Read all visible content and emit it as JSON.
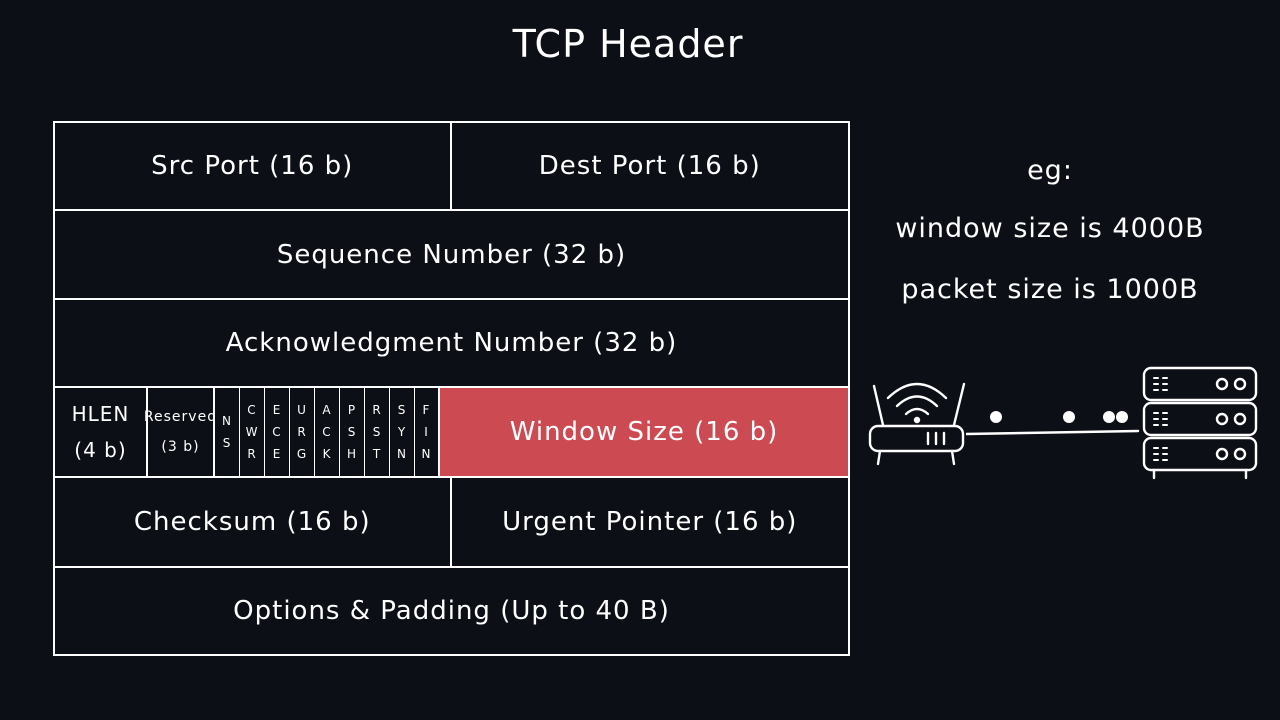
{
  "title": "TCP Header",
  "rows": {
    "src_port": "Src Port (16 b)",
    "dest_port": "Dest Port (16 b)",
    "sequence": "Sequence Number (32 b)",
    "ack": "Acknowledgment Number (32 b)",
    "hlen_name": "HLEN",
    "hlen_size": "(4 b)",
    "reserved_name": "Reserved",
    "reserved_size": "(3 b)",
    "flags": [
      {
        "letters": [
          "N",
          "S"
        ]
      },
      {
        "letters": [
          "C",
          "W",
          "R"
        ]
      },
      {
        "letters": [
          "E",
          "C",
          "E"
        ]
      },
      {
        "letters": [
          "U",
          "R",
          "G"
        ]
      },
      {
        "letters": [
          "A",
          "C",
          "K"
        ]
      },
      {
        "letters": [
          "P",
          "S",
          "H"
        ]
      },
      {
        "letters": [
          "R",
          "S",
          "T"
        ]
      },
      {
        "letters": [
          "S",
          "Y",
          "N"
        ]
      },
      {
        "letters": [
          "F",
          "I",
          "N"
        ]
      }
    ],
    "window_size": "Window Size (16 b)",
    "checksum": "Checksum (16 b)",
    "urgent": "Urgent Pointer (16 b)",
    "options": "Options & Padding (Up to 40 B)"
  },
  "colors": {
    "highlight": "#cc4b53",
    "background": "#0d0f16"
  },
  "example": {
    "label": "eg:",
    "line1": "window size is 4000B",
    "line2": "packet size is 1000B"
  },
  "icons": [
    "router-icon",
    "connection-line",
    "server-icon"
  ]
}
